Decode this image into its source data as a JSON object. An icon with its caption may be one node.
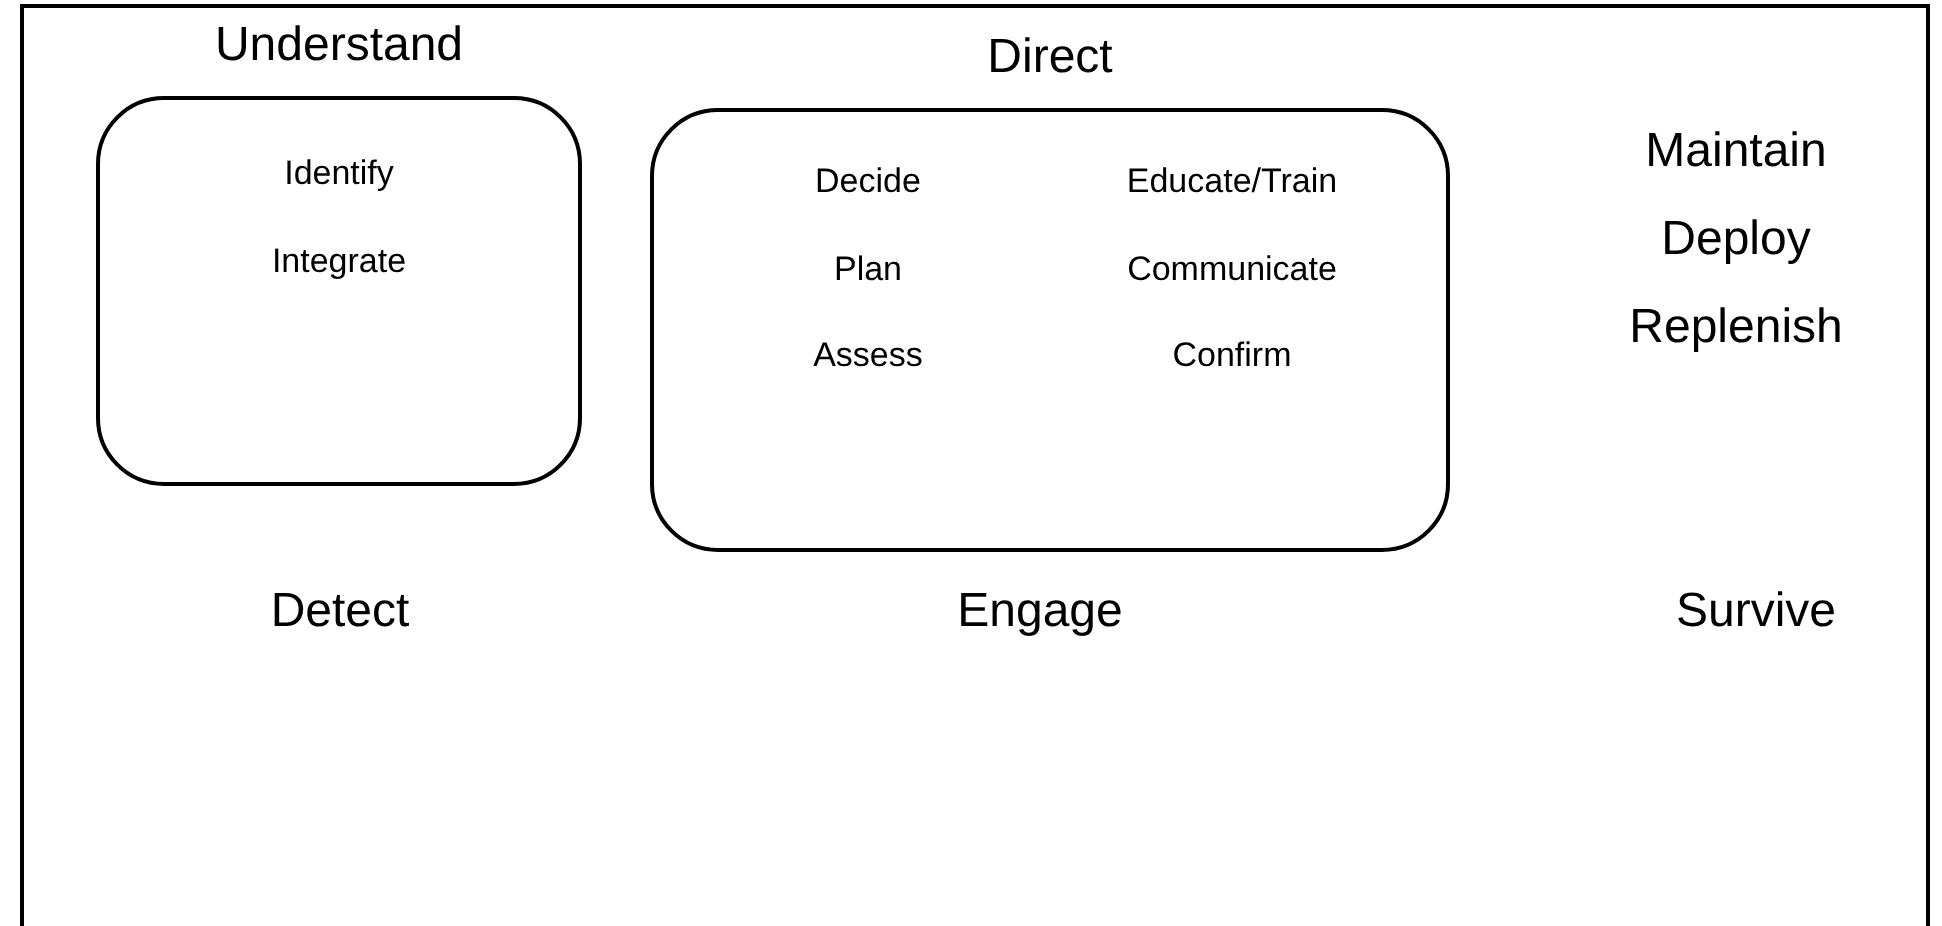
{
  "diagram": {
    "nodes": [
      {
        "text": [
          "Understand",
          "Identify",
          "Integrate"
        ]
      },
      {
        "text": [
          "Direct",
          "Decide",
          "Educate/Train",
          "Plan",
          "Communicate",
          "Assess",
          "Confirm"
        ]
      }
    ],
    "labels": [
      "Maintain",
      "Deploy",
      "Replenish",
      "Detect",
      "Engage",
      "Survive"
    ]
  }
}
